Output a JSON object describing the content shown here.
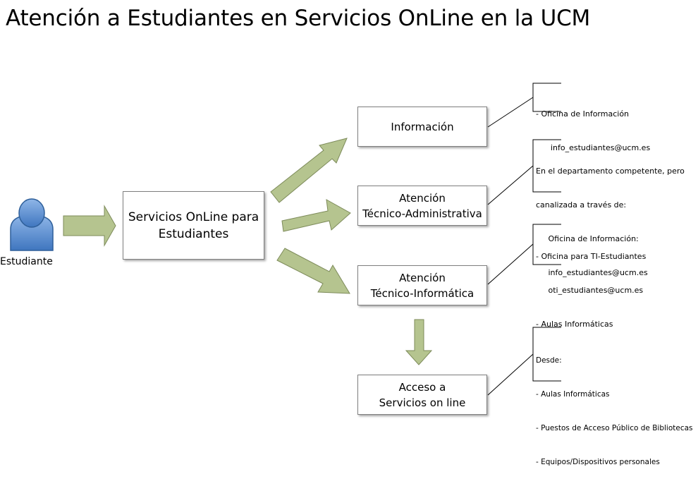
{
  "title": "Atención a Estudiantes en Servicios OnLine en la UCM",
  "actor": {
    "label": "Estudiante",
    "icon": "user-person-icon"
  },
  "main_box": {
    "line1": "Servicios OnLine para",
    "line2": "Estudiantes"
  },
  "boxes": {
    "informacion": {
      "line1": "Información"
    },
    "tecnico_admin": {
      "line1": "Atención",
      "line2": "Técnico-Administrativa"
    },
    "tecnico_info": {
      "line1": "Atención",
      "line2": "Técnico-Informática"
    },
    "acceso": {
      "line1": "Acceso a",
      "line2": "Servicios on line"
    }
  },
  "notes": {
    "informacion": [
      "- Oficina de Información",
      "      info_estudiantes@ucm.es"
    ],
    "tecnico_admin": [
      "En el departamento competente, pero",
      "canalizada a través de:",
      "     Oficina de Información:",
      "     info_estudiantes@ucm.es"
    ],
    "tecnico_info": [
      "- Oficina para TI-Estudiantes",
      "     oti_estudiantes@ucm.es",
      "- Aulas Informáticas"
    ],
    "acceso": [
      "Desde:",
      "- Aulas Informáticas",
      "- Puestos de Acceso Público de Bibliotecas",
      "- Equipos/Dispositivos personales"
    ]
  },
  "colors": {
    "arrow_fill": "#b5c48f",
    "arrow_stroke": "#7d8b5a",
    "person_fill": "#5b8fd0",
    "person_stroke": "#2e5f9a",
    "box_border": "#7f7f7f"
  }
}
